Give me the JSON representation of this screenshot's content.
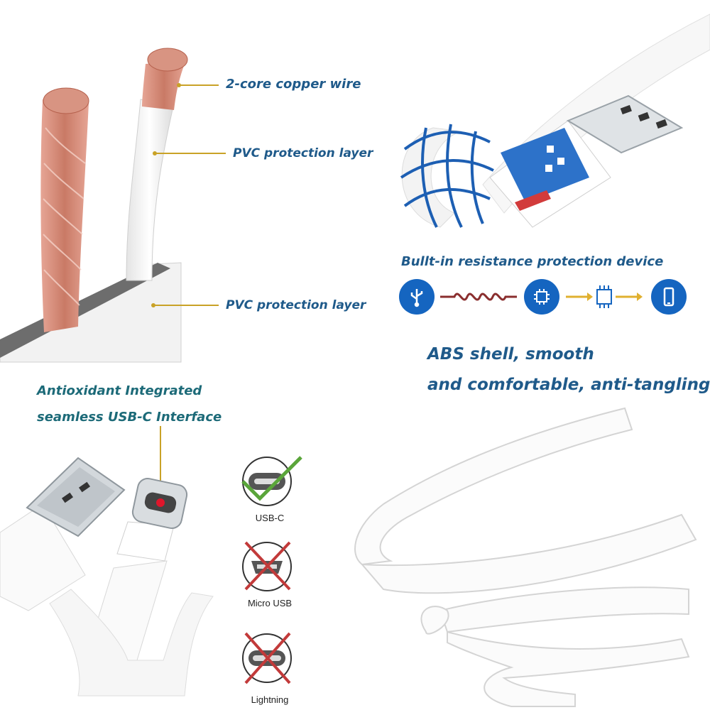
{
  "labels": {
    "copper_wire": "2-core copper wire",
    "pvc_layer_upper": "PVC protection layer",
    "pvc_layer_lower": "PVC protection layer",
    "resistance_device": "Bullt-in resistance protection device",
    "abs_shell_line1": "ABS shell, smooth",
    "abs_shell_line2": "and comfortable, anti-tangling",
    "antioxidant_line1": "Antioxidant Integrated",
    "antioxidant_line2": "seamless USB-C Interface"
  },
  "connectors": [
    {
      "label": "USB-C",
      "status": "supported"
    },
    {
      "label": "Micro USB",
      "status": "not-supported"
    },
    {
      "label": "Lightning",
      "status": "not-supported"
    }
  ],
  "flow_icons": [
    "usb-icon",
    "resistor-wave-icon",
    "chip-icon",
    "chip-arrow-icon",
    "phone-icon"
  ],
  "colors": {
    "label_blue": "#1f5a8a",
    "label_teal": "#1c6a78",
    "leader_gold": "#c9a227",
    "icon_blue": "#1565c0",
    "copper": "#c97a66",
    "check_green": "#5aa53a",
    "cross_red": "#c23a3a"
  }
}
